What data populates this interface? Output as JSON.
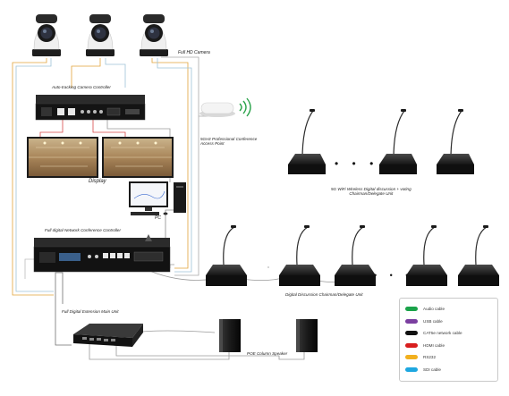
{
  "labels": {
    "camera": "Full HD Camera",
    "tracking_controller": "Auto-tracking Camera Controller",
    "access_point": "5GHz Professional Conference\nAccess Point",
    "display": "Display",
    "pc": "PC",
    "network_controller": "Full digital Network Conference Controller",
    "wifi_unit": "5G WiFi Wireless Digital discussion + voting\nChairman/Delegate Unit",
    "discussion_unit": "Digital Discussion Chairman/Delegate Unit",
    "extension_unit": "Full Digital Extension Main Unit",
    "speaker": "POE Column Speaker"
  },
  "ellipsis": "• • •",
  "legend": [
    {
      "label": "Audio cable",
      "color": "#1aa34a"
    },
    {
      "label": "USB cable",
      "color": "#7b3fa0"
    },
    {
      "label": "CAT5e network cable",
      "color": "#111111"
    },
    {
      "label": "HDMI cable",
      "color": "#d81e1e"
    },
    {
      "label": "RS232",
      "color": "#f2b01e"
    },
    {
      "label": "SDI cable",
      "color": "#1ea7e0"
    }
  ]
}
